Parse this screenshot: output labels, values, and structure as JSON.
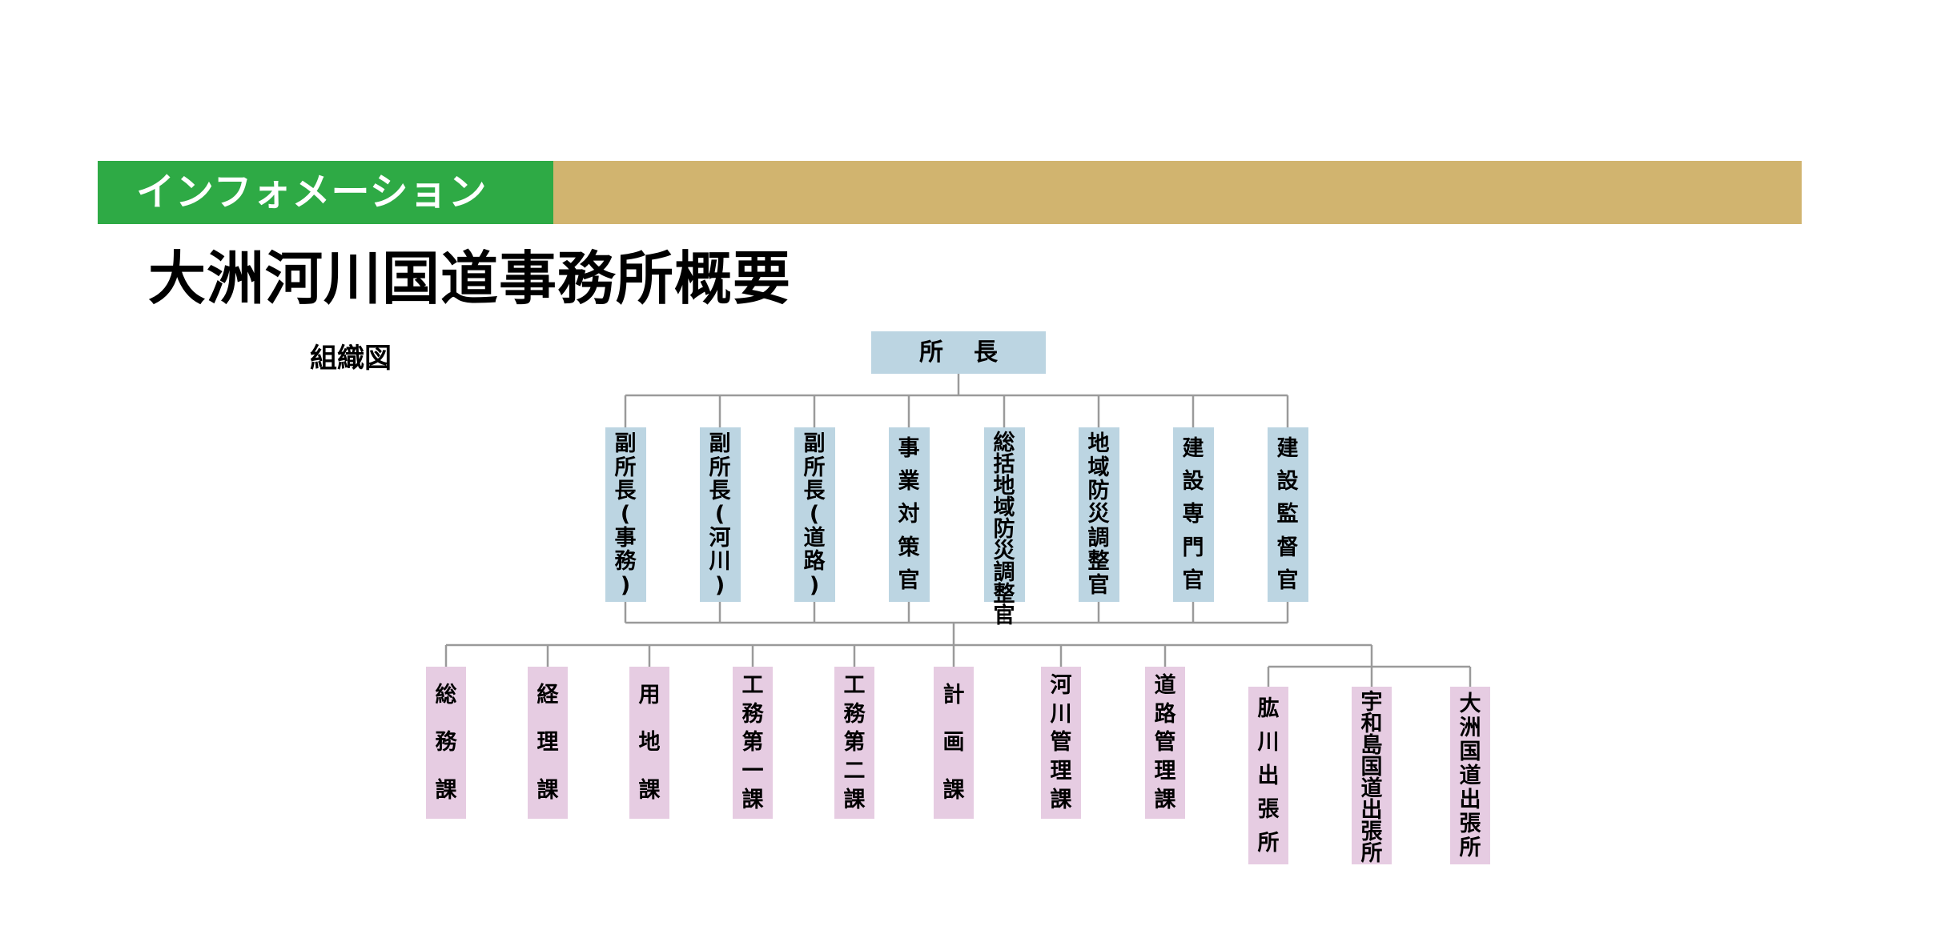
{
  "header": {
    "tag_label": "インフォメーション",
    "title": "大洲河川国道事務所概要",
    "section_label": "組織図"
  },
  "colors": {
    "tag_green": "#2eaa45",
    "banner_gold": "#d1b46f",
    "top_box": "#bcd5e2",
    "level1_box": "#bcd5e2",
    "level2_box": "#e6cce2",
    "connector": "#9a9a9a"
  },
  "org_chart": {
    "root": "所長",
    "level1": [
      "副所長(事務)",
      "副所長(河川)",
      "副所長(道路)",
      "事業対策官",
      "総括地域防災調整官",
      "地域防災調整官",
      "建設専門官",
      "建設監督官"
    ],
    "level2": [
      "総務課",
      "経理課",
      "用地課",
      "工務第一課",
      "工務第二課",
      "計画課",
      "河川管理課",
      "道路管理課",
      "肱川出張所",
      "宇和島国道出張所",
      "大洲国道出張所"
    ]
  }
}
